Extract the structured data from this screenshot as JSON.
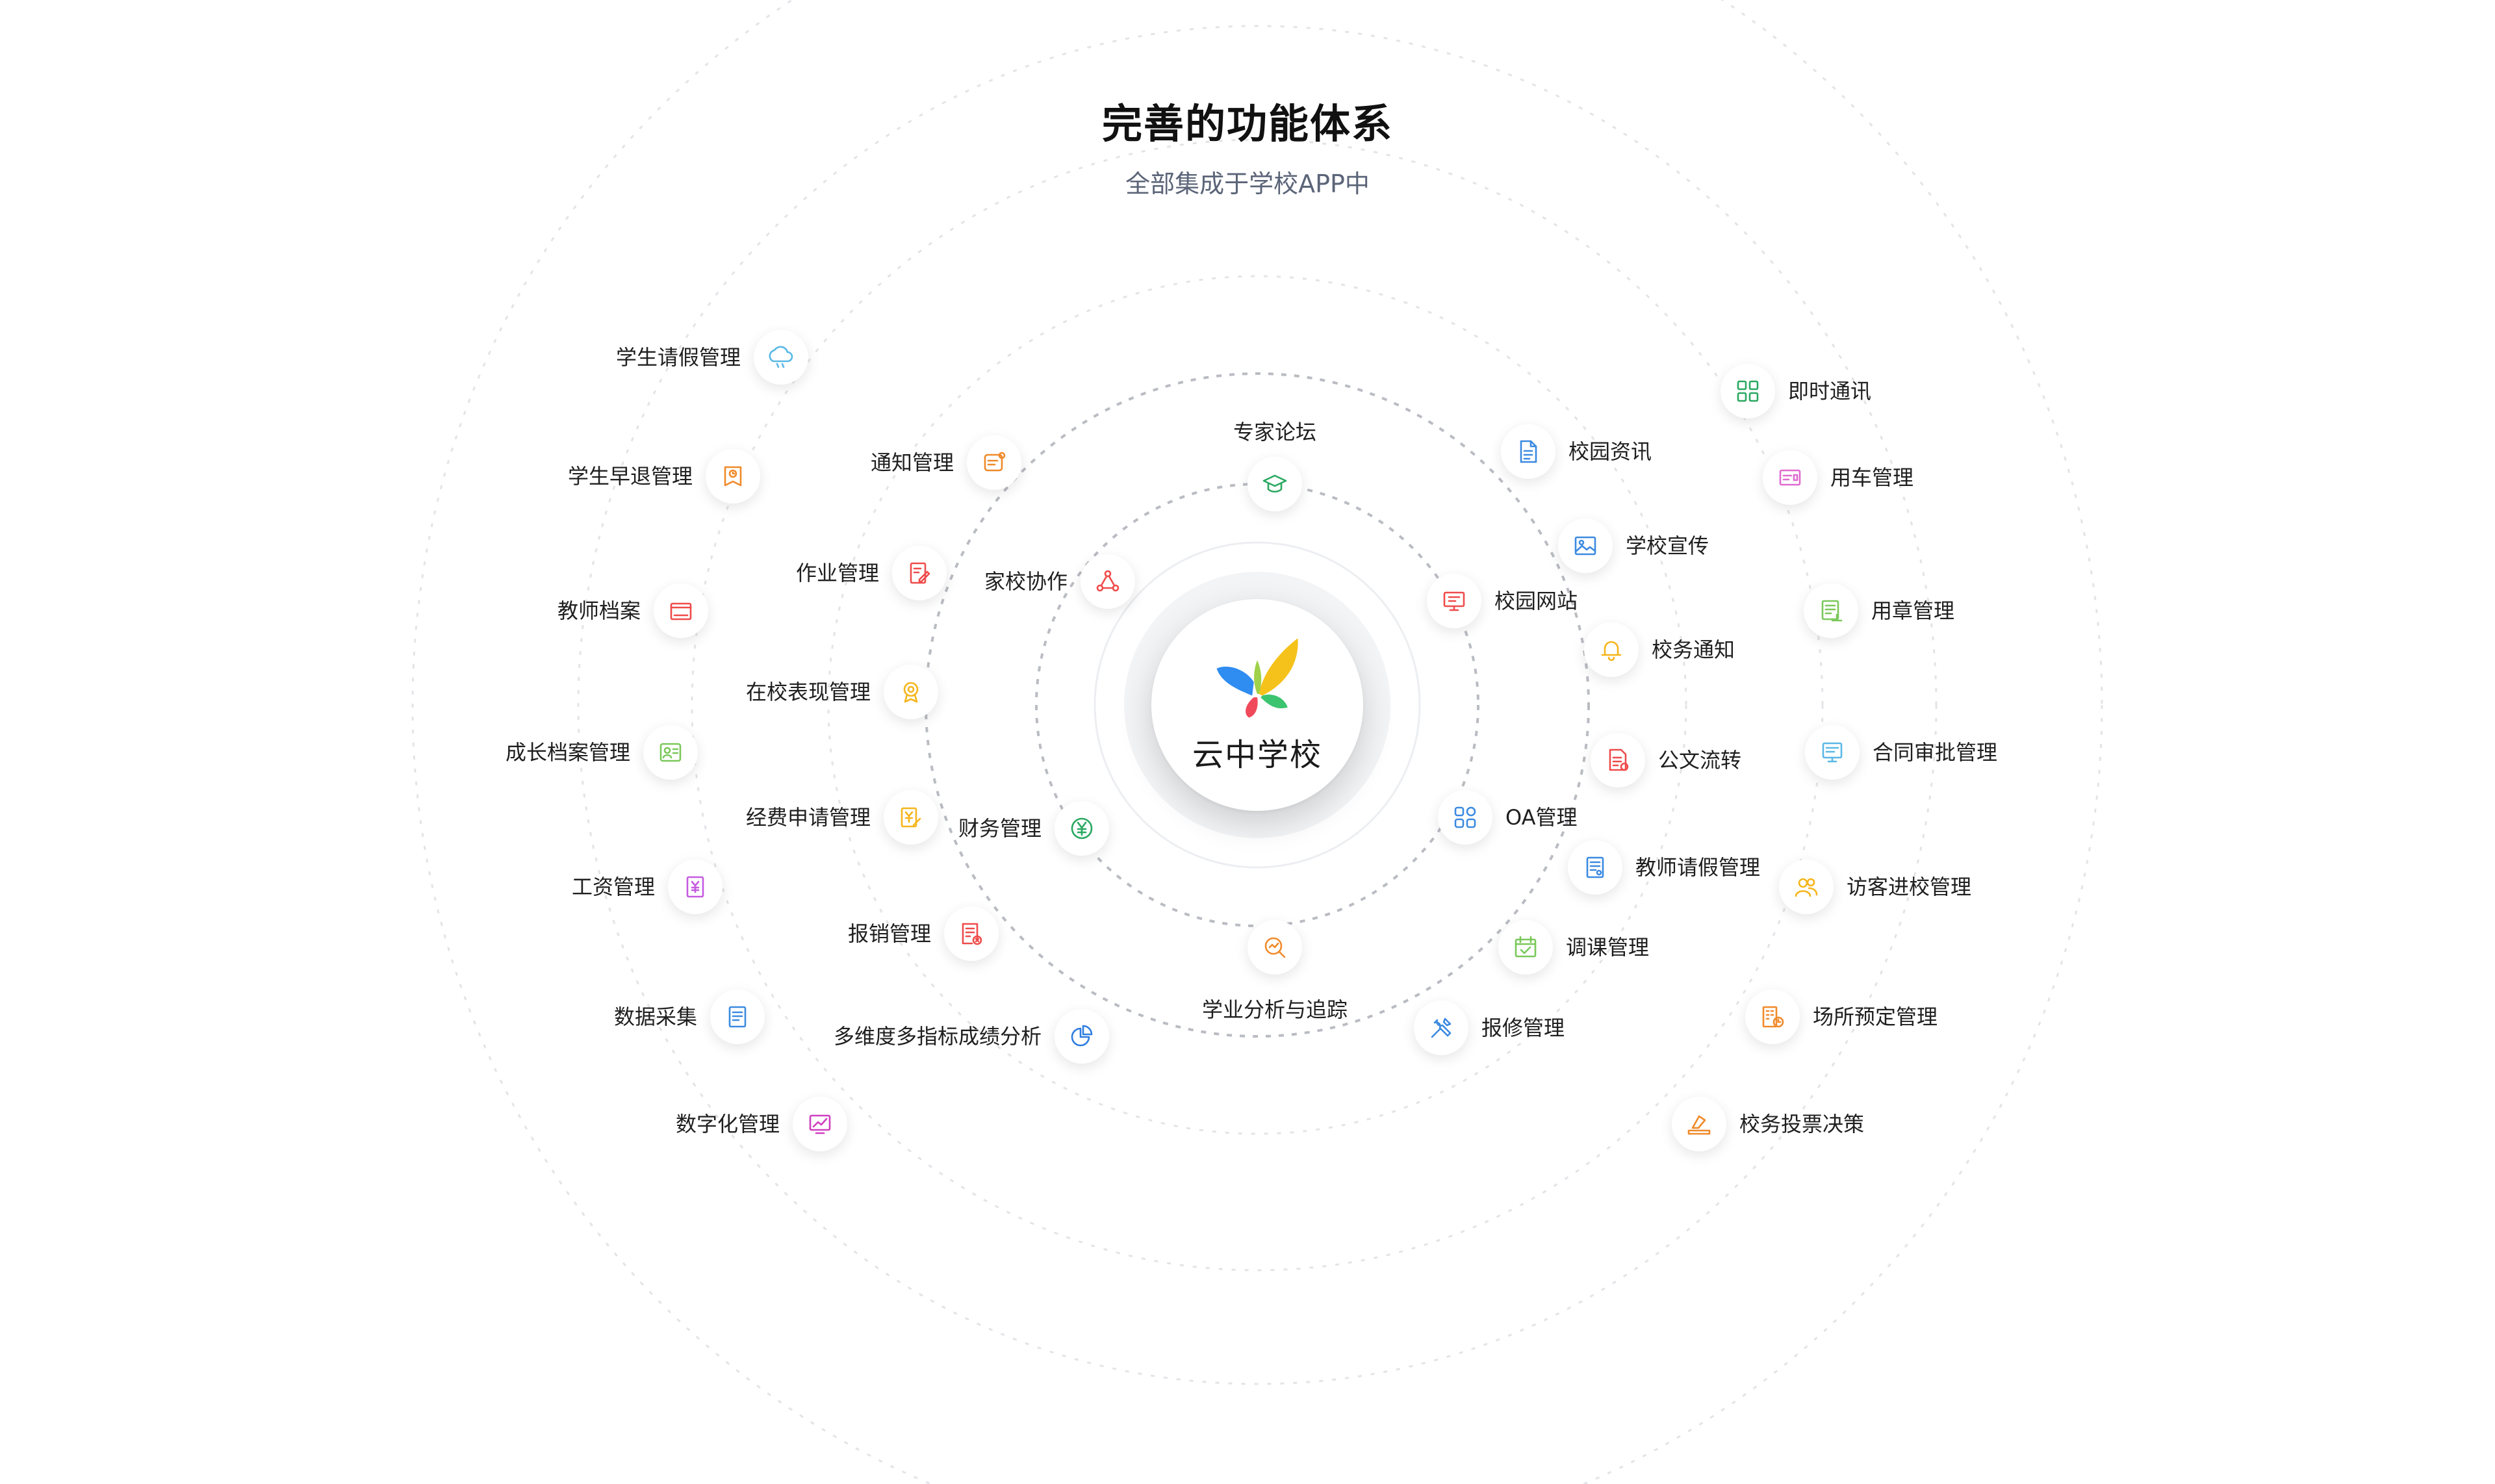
{
  "header": {
    "title": "完善的功能体系",
    "subtitle": "全部集成于学校APP中"
  },
  "center": {
    "name": "云中学校",
    "logo": "butterfly-logo-icon",
    "logo_colors": [
      "#2f8cf0",
      "#f04a5a",
      "#f5c21b",
      "#3cc46e"
    ]
  },
  "ring_style": {
    "outer_ring_color": "#e2e4e8",
    "inner_ring_color": "#b9bcc2"
  },
  "items": [
    {
      "key": "xsqj",
      "label": "学生请假管理",
      "icon": "umbrella-cloud-icon",
      "color": "#5ab8e6"
    },
    {
      "key": "xszt",
      "label": "学生早退管理",
      "icon": "clock-flag-icon",
      "color": "#f08a2a"
    },
    {
      "key": "jsda",
      "label": "教师档案",
      "icon": "folder-icon",
      "color": "#ef4b4b"
    },
    {
      "key": "czda",
      "label": "成长档案管理",
      "icon": "id-card-icon",
      "color": "#7ac85a"
    },
    {
      "key": "gzgl",
      "label": "工资管理",
      "icon": "money-doc-icon",
      "color": "#c55ae0"
    },
    {
      "key": "sjcj",
      "label": "数据采集",
      "icon": "list-doc-icon",
      "color": "#3b8ae0"
    },
    {
      "key": "szh",
      "label": "数字化管理",
      "icon": "chart-screen-icon",
      "color": "#cf3fc0"
    },
    {
      "key": "tzgl",
      "label": "通知管理",
      "icon": "message-doc-icon",
      "color": "#f08a2a"
    },
    {
      "key": "zygl",
      "label": "作业管理",
      "icon": "edit-doc-icon",
      "color": "#ef4b4b"
    },
    {
      "key": "zxbx",
      "label": "在校表现管理",
      "icon": "medal-icon",
      "color": "#f5b51b"
    },
    {
      "key": "jfsq",
      "label": "经费申请管理",
      "icon": "money-edit-icon",
      "color": "#f5b51b"
    },
    {
      "key": "bxgl",
      "label": "报销管理",
      "icon": "receipt-icon",
      "color": "#ef4b4b"
    },
    {
      "key": "dwd",
      "label": "多维度多指标成绩分析",
      "icon": "pie-chart-icon",
      "color": "#2f7de0"
    },
    {
      "key": "zjlt",
      "label": "专家论坛",
      "icon": "graduation-cap-icon",
      "color": "#2aa860"
    },
    {
      "key": "jxxz",
      "label": "家校协作",
      "icon": "network-icon",
      "color": "#ef4b4b"
    },
    {
      "key": "cwgl",
      "label": "财务管理",
      "icon": "yen-coin-icon",
      "color": "#2aa860"
    },
    {
      "key": "xyfx",
      "label": "学业分析与追踪",
      "icon": "search-chart-icon",
      "color": "#f08a2a"
    },
    {
      "key": "xywz",
      "label": "校园网站",
      "icon": "monitor-icon",
      "color": "#ef4b4b"
    },
    {
      "key": "oa",
      "label": "OA管理",
      "icon": "grid-apps-icon",
      "color": "#3b8ae0"
    },
    {
      "key": "xyzx",
      "label": "校园资讯",
      "icon": "document-icon",
      "color": "#3b8ae0"
    },
    {
      "key": "xxxc",
      "label": "学校宣传",
      "icon": "image-icon",
      "color": "#3b8ae0"
    },
    {
      "key": "xwtz",
      "label": "校务通知",
      "icon": "bell-icon",
      "color": "#f5b51b"
    },
    {
      "key": "gwlz",
      "label": "公文流转",
      "icon": "file-share-icon",
      "color": "#ef4b4b"
    },
    {
      "key": "jsqj",
      "label": "教师请假管理",
      "icon": "calendar-doc-icon",
      "color": "#3b8ae0"
    },
    {
      "key": "tkgl",
      "label": "调课管理",
      "icon": "calendar-check-icon",
      "color": "#7ac85a"
    },
    {
      "key": "bxiu",
      "label": "报修管理",
      "icon": "tools-icon",
      "color": "#3b8ae0"
    },
    {
      "key": "jstx",
      "label": "即时通讯",
      "icon": "grid-blocks-icon",
      "color": "#2aa860"
    },
    {
      "key": "ycgl",
      "label": "用车管理",
      "icon": "car-card-icon",
      "color": "#e06ad0"
    },
    {
      "key": "yzgl",
      "label": "用章管理",
      "icon": "stamp-doc-icon",
      "color": "#7ac85a"
    },
    {
      "key": "htsp",
      "label": "合同审批管理",
      "icon": "contract-icon",
      "color": "#5ab8e6"
    },
    {
      "key": "fkjx",
      "label": "访客进校管理",
      "icon": "visitors-icon",
      "color": "#f5b51b"
    },
    {
      "key": "csyd",
      "label": "场所预定管理",
      "icon": "building-clock-icon",
      "color": "#f08a2a"
    },
    {
      "key": "xwtp",
      "label": "校务投票决策",
      "icon": "vote-icon",
      "color": "#f08a2a"
    }
  ]
}
